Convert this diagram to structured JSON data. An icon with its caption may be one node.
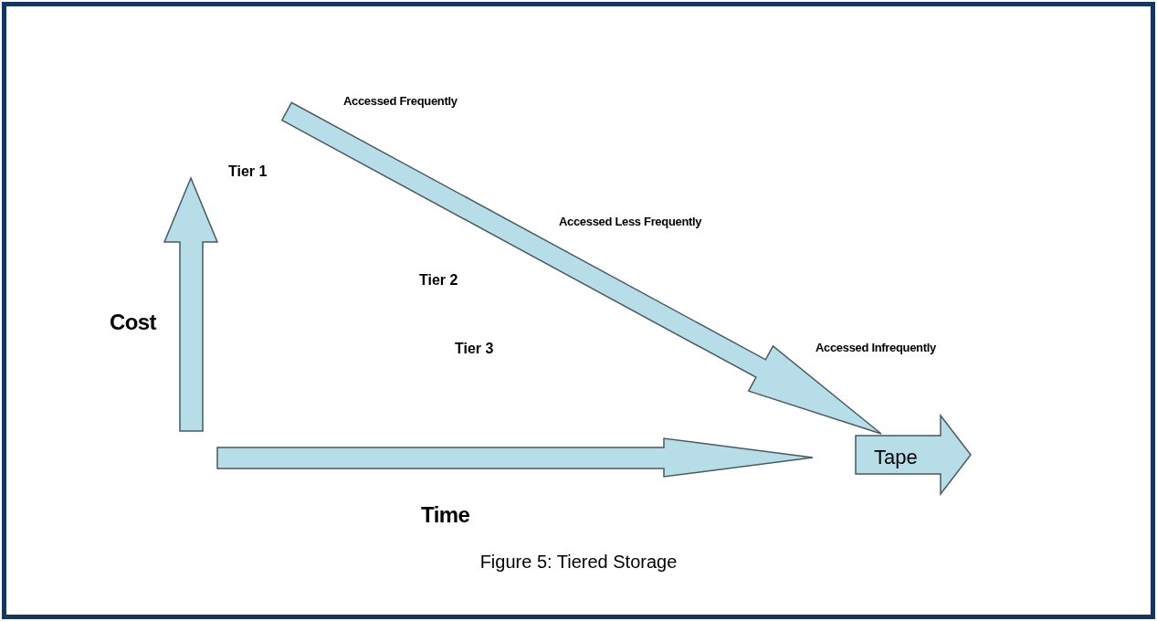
{
  "diagram": {
    "caption": "Figure 5: Tiered Storage",
    "nodes": [
      {
        "text": [
          "Tape"
        ]
      }
    ],
    "labels": [
      "Accessed Frequently",
      "Tier 1",
      "Accessed Less Frequently",
      "Tier 2",
      "Accessed Infrequently",
      "Tier 3",
      "Cost",
      "Time"
    ]
  }
}
